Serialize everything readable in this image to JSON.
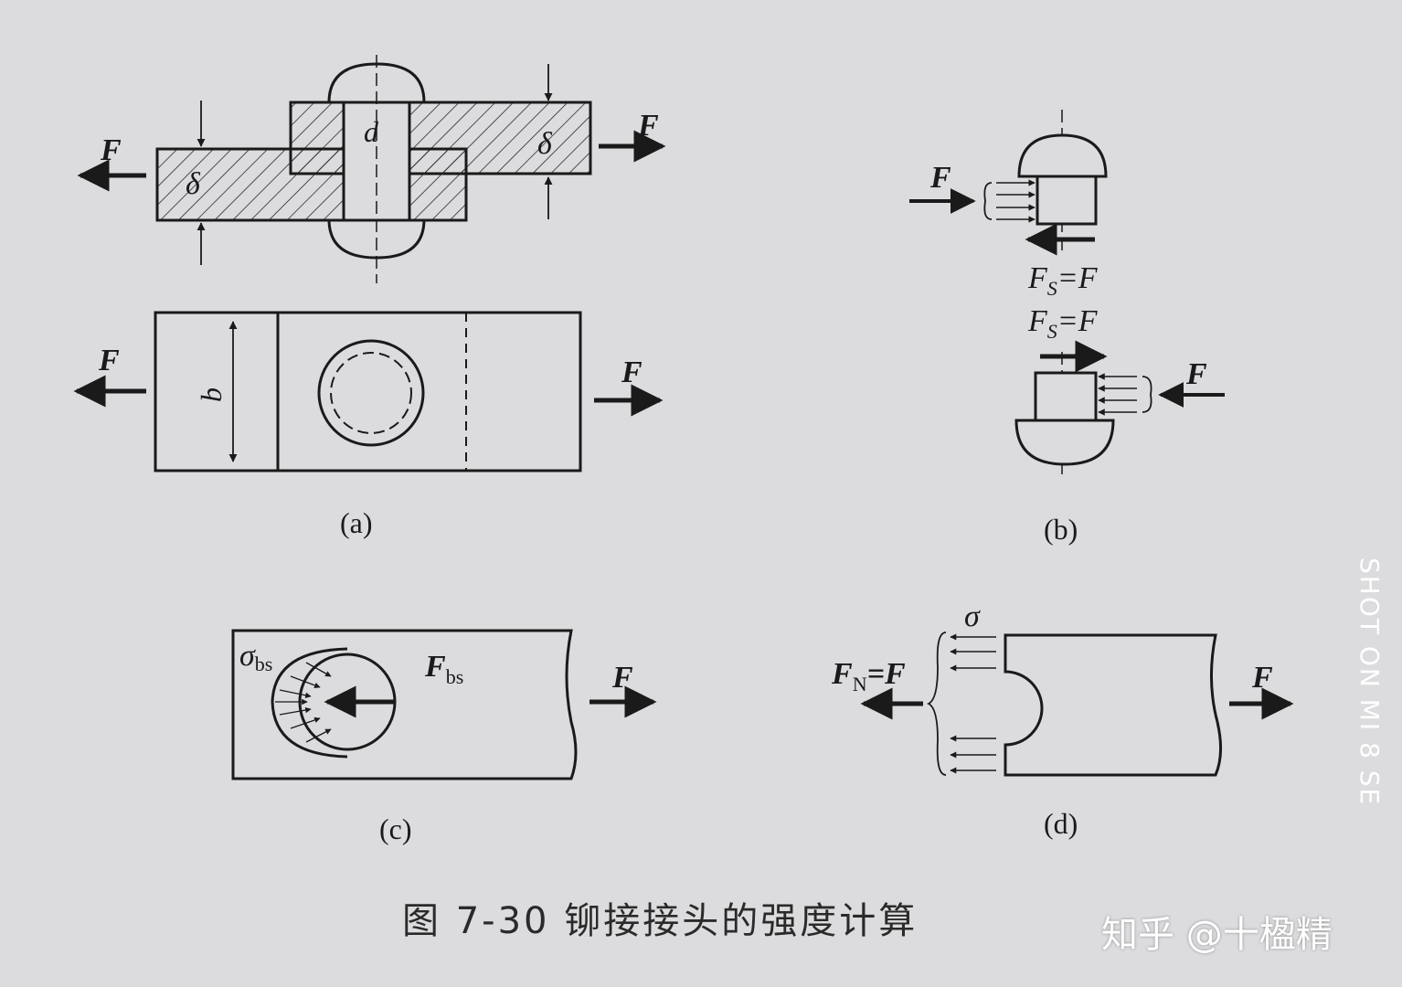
{
  "figure": {
    "caption": "图 7-30  铆接接头的强度计算",
    "watermark": "知乎 @十楹精",
    "camera_stamp": "SHOT ON MI 8 SE"
  },
  "panel_a": {
    "label": "(a)",
    "force": "F",
    "thickness": "δ",
    "diameter": "d",
    "width": "b"
  },
  "panel_b": {
    "label": "(b)",
    "force": "F",
    "shear_top": "F",
    "shear_top_sub": "S",
    "shear_top_rhs": "=F",
    "shear_bottom": "F",
    "shear_bottom_sub": "S",
    "shear_bottom_rhs": "=F"
  },
  "panel_c": {
    "label": "(c)",
    "stress": "σ",
    "stress_sub": "bs",
    "bearing_force": "F",
    "bearing_force_sub": "bs",
    "force": "F"
  },
  "panel_d": {
    "label": "(d)",
    "stress": "σ",
    "axial_force": "F",
    "axial_force_sub": "N",
    "axial_force_rhs": "=F",
    "force": "F"
  },
  "colors": {
    "paper": "#dcdcdf",
    "ink": "#1a1a1a"
  }
}
